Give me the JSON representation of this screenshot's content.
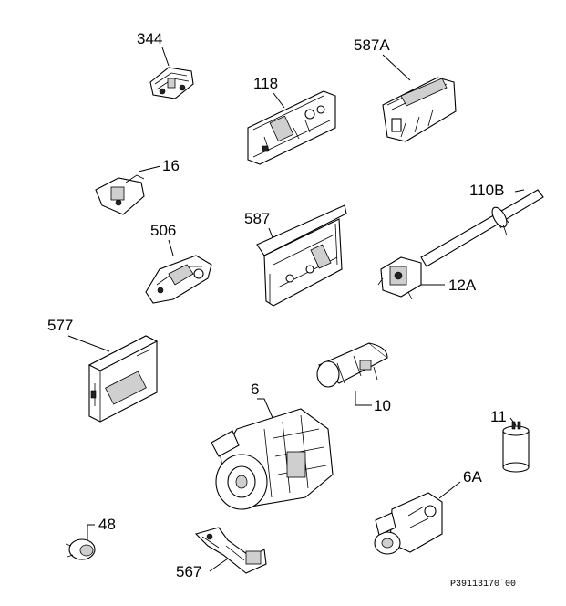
{
  "parts": [
    {
      "id": "p344",
      "label": "344"
    },
    {
      "id": "p587A",
      "label": "587A"
    },
    {
      "id": "p118",
      "label": "118"
    },
    {
      "id": "p16",
      "label": "16"
    },
    {
      "id": "p110B",
      "label": "110B"
    },
    {
      "id": "p587",
      "label": "587"
    },
    {
      "id": "p506",
      "label": "506"
    },
    {
      "id": "p12A",
      "label": "12A"
    },
    {
      "id": "p577",
      "label": "577"
    },
    {
      "id": "p10",
      "label": "10"
    },
    {
      "id": "p6",
      "label": "6"
    },
    {
      "id": "p11",
      "label": "11"
    },
    {
      "id": "p6A",
      "label": "6A"
    },
    {
      "id": "p48",
      "label": "48"
    },
    {
      "id": "p567",
      "label": "567"
    }
  ],
  "reference_code": "P39113170`00",
  "colors": {
    "line": "#000000",
    "background": "#ffffff"
  }
}
